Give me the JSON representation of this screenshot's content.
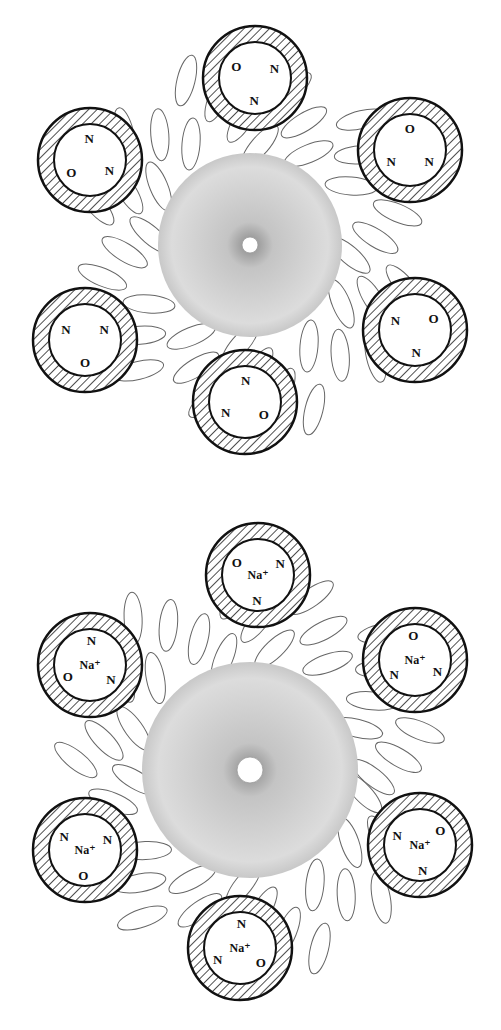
{
  "diagram": {
    "nodes": [
      {
        "text": [
          "N",
          "N",
          "O"
        ]
      },
      {
        "text": [
          "N",
          "N",
          "O"
        ]
      },
      {
        "text": [
          "N",
          "N",
          "O"
        ]
      },
      {
        "text": [
          "N",
          "N",
          "O"
        ]
      },
      {
        "text": [
          "N",
          "N",
          "O"
        ]
      },
      {
        "text": [
          "N",
          "N",
          "O"
        ]
      },
      {
        "text": [
          "Na⁺",
          "N",
          "N",
          "O"
        ]
      },
      {
        "text": [
          "Na⁺",
          "N",
          "N",
          "O"
        ]
      },
      {
        "text": [
          "Na⁺",
          "N",
          "N",
          "O"
        ]
      },
      {
        "text": [
          "Na⁺",
          "N",
          "N",
          "O"
        ]
      },
      {
        "text": [
          "Na⁺",
          "N",
          "N",
          "O"
        ]
      },
      {
        "text": [
          "Na⁺",
          "N",
          "N",
          "O"
        ]
      }
    ]
  }
}
